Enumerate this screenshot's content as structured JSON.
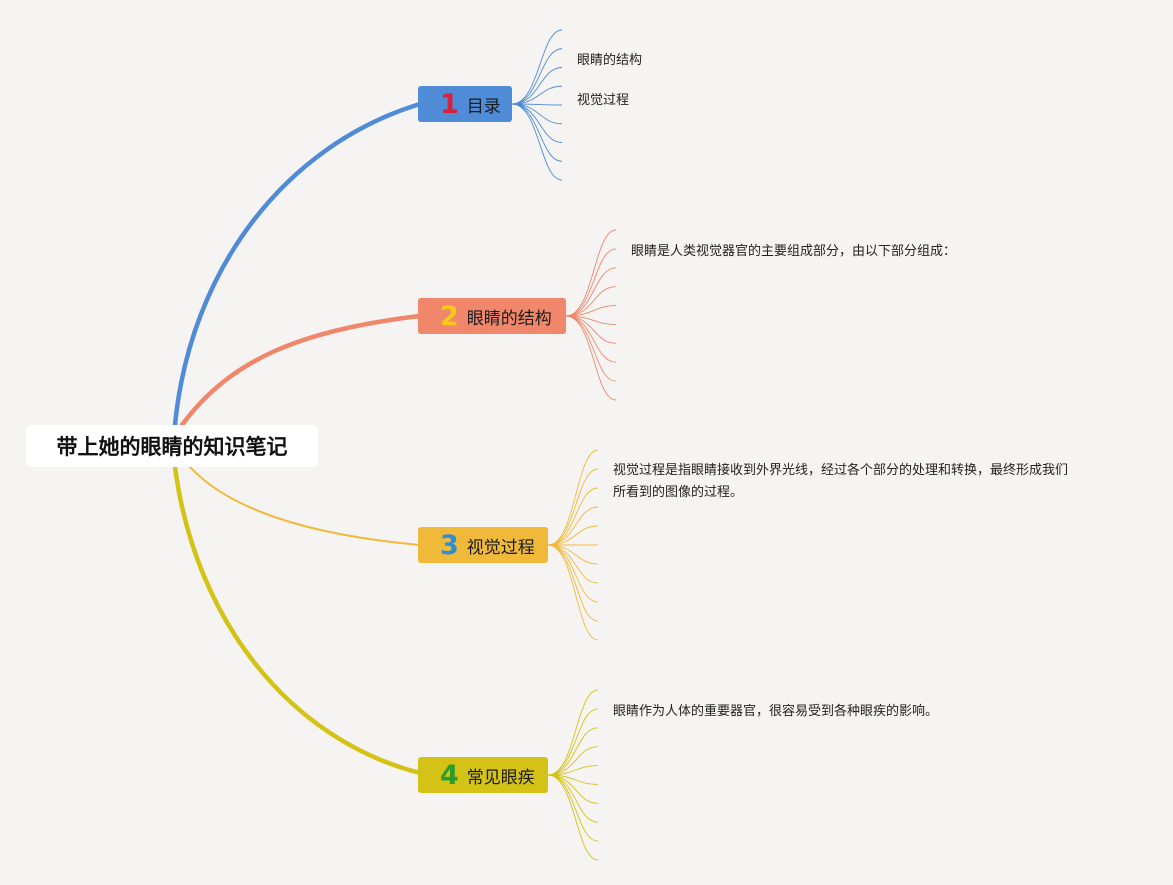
{
  "root": {
    "title": "带上她的眼睛的知识笔记"
  },
  "branches": [
    {
      "number": "1",
      "label": "目录",
      "color": "#4f8bd6",
      "number_color": "#d6233b",
      "notes": [
        "眼睛的结构",
        "视觉过程"
      ]
    },
    {
      "number": "2",
      "label": "眼睛的结构",
      "color": "#f0866a",
      "number_color": "#f6c81c",
      "notes": [
        "眼睛是人类视觉器官的主要组成部分，由以下部分组成："
      ]
    },
    {
      "number": "3",
      "label": "视觉过程",
      "color": "#f1b93a",
      "number_color": "#2a8fd4",
      "notes": [
        "视觉过程是指眼睛接收到外界光线，经过各个部分的处理和转换，最终形成我们",
        "所看到的图像的过程。"
      ]
    },
    {
      "number": "4",
      "label": "常见眼疾",
      "color": "#d4c216",
      "number_color": "#2a9d2e",
      "notes": [
        "眼睛作为人体的重要器官，很容易受到各种眼疾的影响。"
      ]
    }
  ]
}
